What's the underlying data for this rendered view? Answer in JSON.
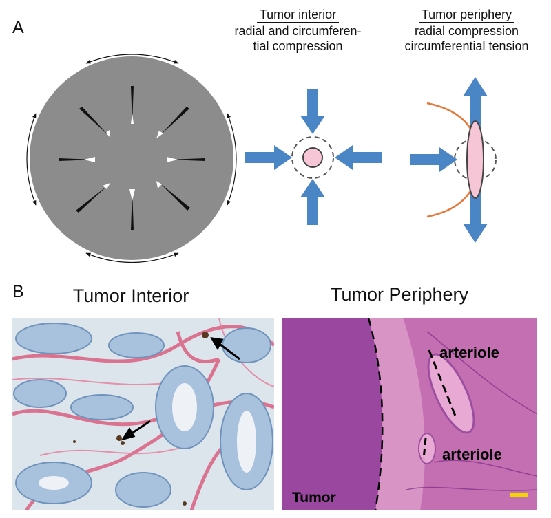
{
  "panel_a": {
    "letter": "A",
    "tumor_interior": {
      "title": "Tumor interior",
      "line1": "radial and circumferen-",
      "line2": "tial compression"
    },
    "tumor_periphery": {
      "title": "Tumor periphery",
      "line1": "radial compression",
      "line2": "circumferential tension"
    },
    "colors": {
      "tumor_disc": "#8c8c8c",
      "arrow_blue": "#4a86c5",
      "cell_pink": "#f7c6d6",
      "boundary_orange": "#e8773a",
      "dashed_outline": "#555555"
    }
  },
  "panel_b": {
    "letter": "B",
    "interior_title": "Tumor Interior",
    "periphery_title": "Tumor Periphery",
    "labels": {
      "arteriole_1": "arteriole",
      "arteriole_2": "arteriole",
      "tumor": "Tumor"
    },
    "colors": {
      "scale_bar": "#f2d400"
    }
  }
}
